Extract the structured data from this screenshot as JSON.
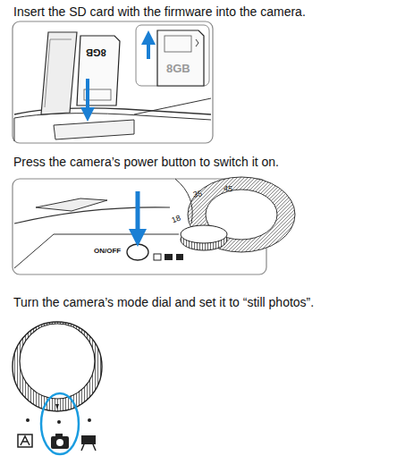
{
  "diagram": {
    "labels": [
      "Insert the SD card with the firmware into the camera.",
      "Press the camera’s power button to switch it on.",
      "Turn the camera’s mode dial and set it to “still photos”.",
      "8GB",
      "8GB",
      "ON/OFF",
      "18",
      "35",
      "45"
    ]
  }
}
